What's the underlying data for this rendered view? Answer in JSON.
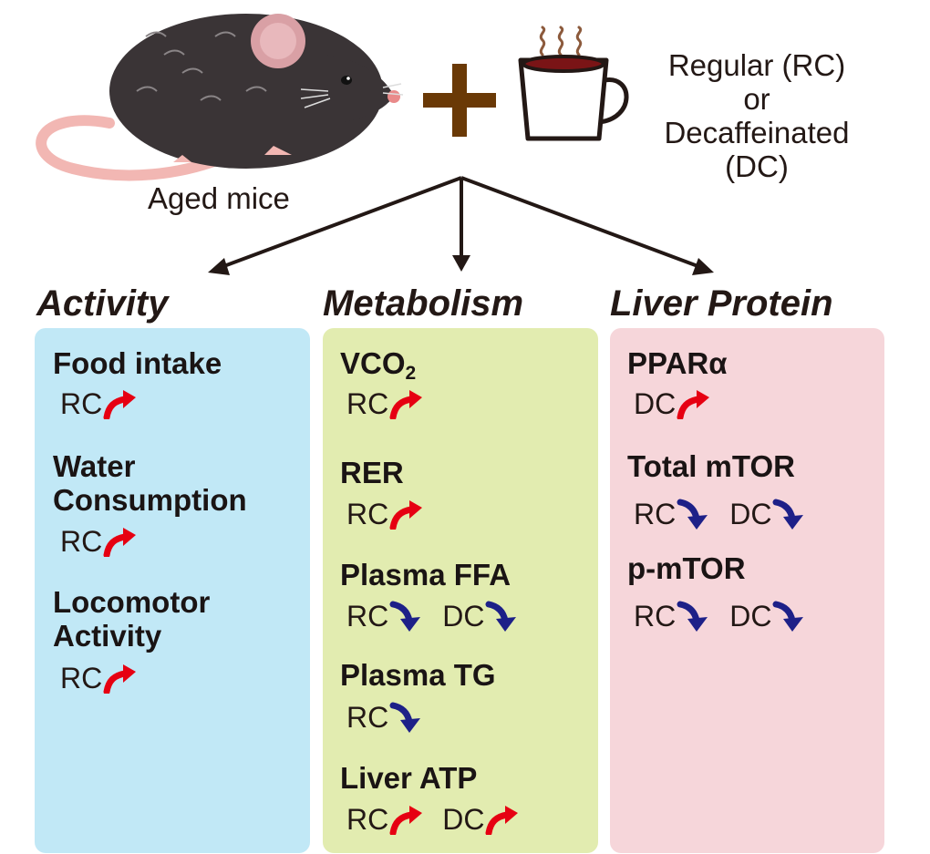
{
  "header": {
    "subject_label": "Aged mice",
    "treatment_lines": [
      "Regular (RC)",
      "or",
      "Decaffeinated",
      "(DC)"
    ]
  },
  "colors": {
    "activity_panel": "#c1e8f6",
    "metabolism_panel": "#e2ecb0",
    "liver_panel": "#f6d6da",
    "increase_arrow": "#e60012",
    "decrease_arrow": "#1d2088",
    "plus_sign": "#6a3906"
  },
  "columns": [
    {
      "title": "Activity",
      "items": [
        {
          "title": [
            "Food intake"
          ],
          "effects": [
            {
              "label": "RC",
              "direction": "up"
            }
          ]
        },
        {
          "title": [
            "Water",
            "Consumption"
          ],
          "effects": [
            {
              "label": "RC",
              "direction": "up"
            }
          ]
        },
        {
          "title": [
            "Locomotor",
            "Activity"
          ],
          "effects": [
            {
              "label": "RC",
              "direction": "up"
            }
          ]
        }
      ]
    },
    {
      "title": "Metabolism",
      "items": [
        {
          "title": [
            "VCO"
          ],
          "title_sub": "2",
          "effects": [
            {
              "label": "RC",
              "direction": "up"
            }
          ]
        },
        {
          "title": [
            "RER"
          ],
          "effects": [
            {
              "label": "RC",
              "direction": "up"
            }
          ]
        },
        {
          "title": [
            "Plasma FFA"
          ],
          "effects": [
            {
              "label": "RC",
              "direction": "down"
            },
            {
              "label": "DC",
              "direction": "down"
            }
          ]
        },
        {
          "title": [
            "Plasma TG"
          ],
          "effects": [
            {
              "label": "RC",
              "direction": "down"
            }
          ]
        },
        {
          "title": [
            "Liver ATP"
          ],
          "effects": [
            {
              "label": "RC",
              "direction": "up"
            },
            {
              "label": "DC",
              "direction": "up"
            }
          ]
        }
      ]
    },
    {
      "title": "Liver Protein",
      "items": [
        {
          "title": [
            "PPARα"
          ],
          "effects": [
            {
              "label": "DC",
              "direction": "up"
            }
          ]
        },
        {
          "title": [
            "Total mTOR"
          ],
          "effects": [
            {
              "label": "RC",
              "direction": "down"
            },
            {
              "label": "DC",
              "direction": "down"
            }
          ]
        },
        {
          "title": [
            "p-mTOR"
          ],
          "effects": [
            {
              "label": "RC",
              "direction": "down"
            },
            {
              "label": "DC",
              "direction": "down"
            }
          ]
        }
      ]
    }
  ]
}
